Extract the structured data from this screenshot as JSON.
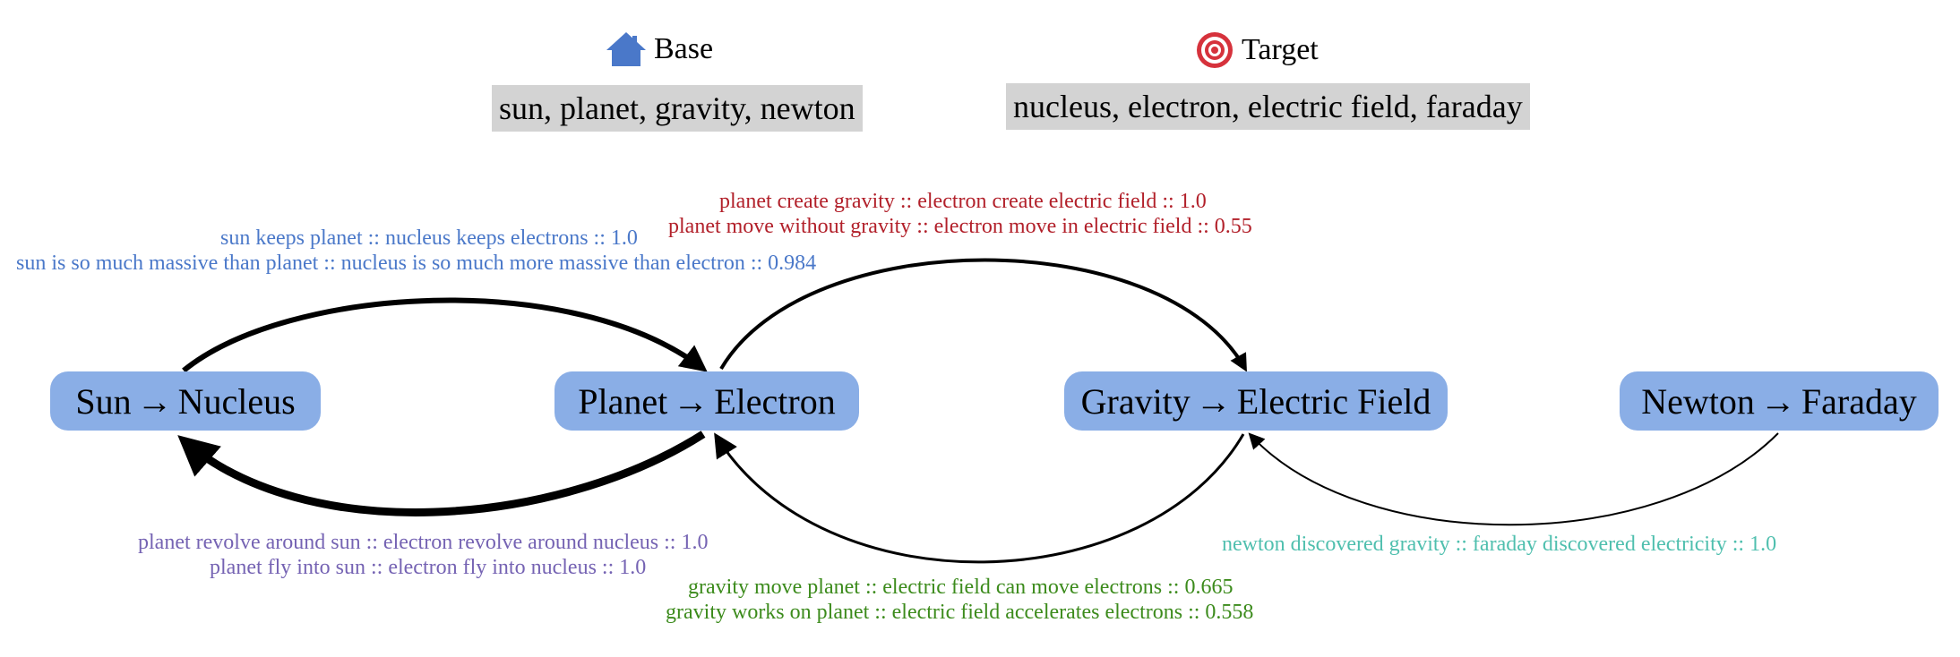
{
  "legend": {
    "base_label": "Base",
    "base_terms": "sun, planet, gravity, newton",
    "target_label": "Target",
    "target_terms": "nucleus, electron, electric field, faraday"
  },
  "nodes": [
    {
      "source": "Sun",
      "target": "Nucleus"
    },
    {
      "source": "Planet",
      "target": "Electron"
    },
    {
      "source": "Gravity",
      "target": "Electric Field"
    },
    {
      "source": "Newton",
      "target": "Faraday"
    }
  ],
  "arrow_glyph": "→",
  "relations": {
    "blue": [
      "sun keeps planet :: nucleus keeps electrons :: 1.0",
      "sun is so much massive than planet :: nucleus is so much more massive than electron :: 0.984"
    ],
    "red": [
      "planet create gravity :: electron create electric field :: 1.0",
      "planet move without gravity :: electron move in electric field :: 0.55"
    ],
    "purple": [
      "planet revolve around sun :: electron revolve around nucleus :: 1.0",
      "planet fly into sun :: electron fly into nucleus :: 1.0"
    ],
    "green": [
      "gravity move planet :: electric field can move electrons :: 0.665",
      "gravity works on planet :: electric field accelerates electrons :: 0.558"
    ],
    "teal": [
      "newton discovered gravity :: faraday discovered electricity :: 1.0"
    ]
  },
  "colors": {
    "node_fill": "#8aaee6",
    "legend_box": "#d3d3d3",
    "home_icon": "#4a78c9",
    "target_icon": "#d6323c",
    "blue": "#4a78c9",
    "red": "#b2202a",
    "purple": "#7563b3",
    "green": "#3c8b1c",
    "teal": "#4fbfae"
  }
}
